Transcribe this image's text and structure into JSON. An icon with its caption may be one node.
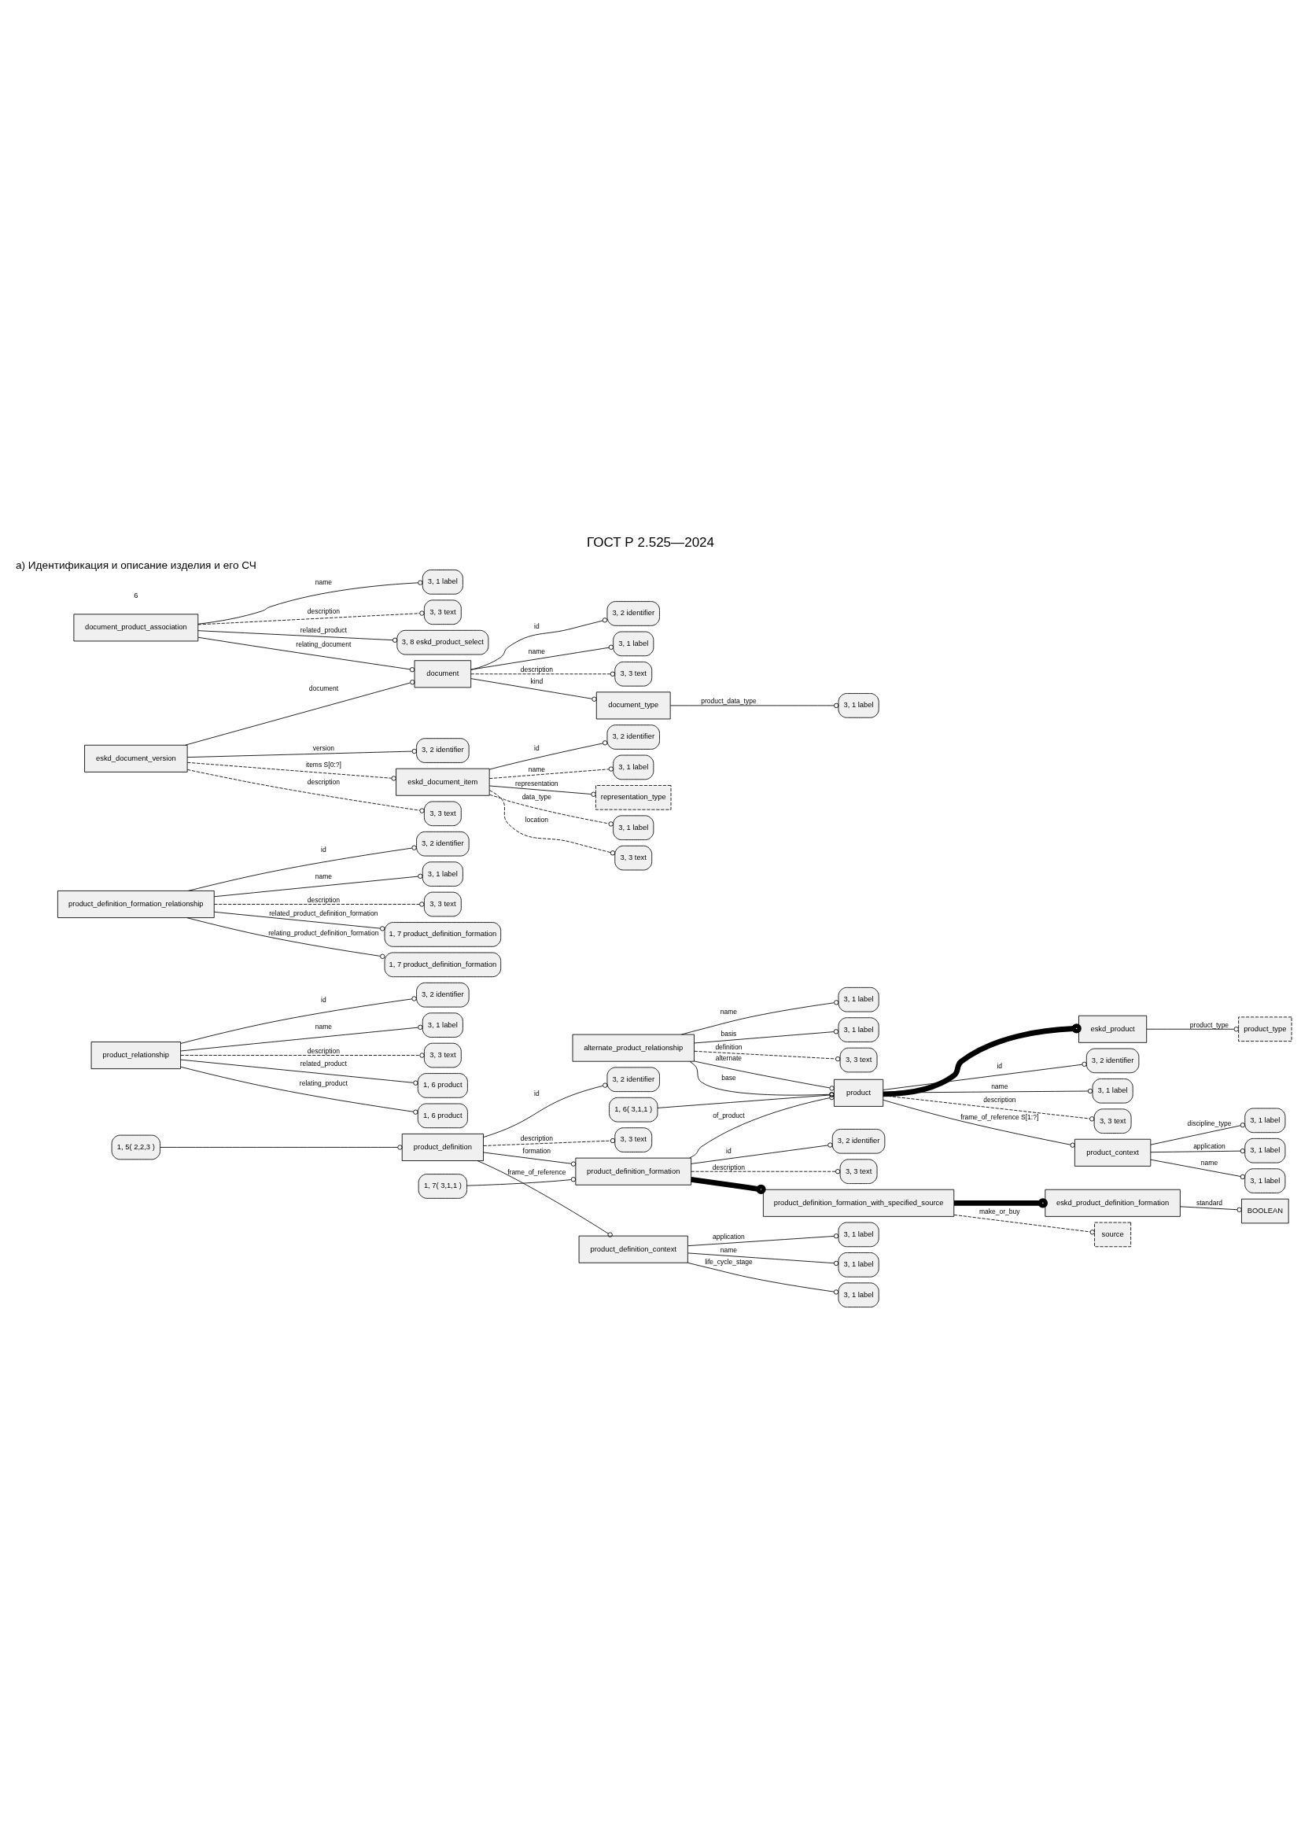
{
  "diagram": {
    "title": "ГОСТ Р 2.525—2024",
    "caption": "а) Идентификация и описание изделия и его СЧ",
    "nodes": [
      {
        "text": [
          "eskd_product"
        ]
      },
      {
        "text": [
          "product_type"
        ]
      },
      {
        "text": [
          "product"
        ]
      },
      {
        "text": [
          "3, 2 identifier"
        ]
      },
      {
        "text": [
          "3, 1 label"
        ]
      },
      {
        "text": [
          "3, 3 text"
        ]
      },
      {
        "text": [
          "product_context"
        ]
      },
      {
        "text": [
          "3, 1 label"
        ]
      },
      {
        "text": [
          "3, 1 label"
        ]
      },
      {
        "text": [
          "3, 1 label"
        ]
      },
      {
        "text": [
          "product_definition_formation"
        ]
      },
      {
        "text": [
          "3, 2 identifier"
        ]
      },
      {
        "text": [
          "3, 3 text"
        ]
      },
      {
        "text": [
          "product_definition_formation_with_specified_source"
        ]
      },
      {
        "text": [
          "source"
        ]
      },
      {
        "text": [
          "eskd_product_definition_formation"
        ]
      },
      {
        "text": [
          "BOOLEAN"
        ]
      },
      {
        "text": [
          "product_relationship"
        ]
      },
      {
        "text": [
          "3, 2 identifier"
        ]
      },
      {
        "text": [
          "3, 1 label"
        ]
      },
      {
        "text": [
          "3, 3 text"
        ]
      },
      {
        "text": [
          "1, 6 product"
        ]
      },
      {
        "text": [
          "1, 6 product"
        ]
      },
      {
        "text": [
          "product_definition_formation_relationship"
        ]
      },
      {
        "text": [
          "3, 2 identifier"
        ]
      },
      {
        "text": [
          "3, 1 label"
        ]
      },
      {
        "text": [
          "3, 3 text"
        ]
      },
      {
        "text": [
          "1, 7 product_definition_formation"
        ]
      },
      {
        "text": [
          "1, 7 product_definition_formation"
        ]
      },
      {
        "text": [
          "1, 6( 3,1,1 )"
        ]
      },
      {
        "text": [
          "1, 7( 3,1,1 )"
        ]
      },
      {
        "text": [
          "alternate_product_relationship"
        ]
      },
      {
        "text": [
          "3, 1 label"
        ]
      },
      {
        "text": [
          "3, 1 label"
        ]
      },
      {
        "text": [
          "3, 3 text"
        ]
      },
      {
        "text": [
          "product_definition"
        ]
      },
      {
        "text": [
          "3, 2 identifier"
        ]
      },
      {
        "text": [
          "3, 3 text"
        ]
      },
      {
        "text": [
          "1, 5( 2,2,3 )"
        ]
      },
      {
        "text": [
          "product_definition_context"
        ]
      },
      {
        "text": [
          "3, 1 label"
        ]
      },
      {
        "text": [
          "3, 1 label"
        ]
      },
      {
        "text": [
          "3, 1 label"
        ]
      },
      {
        "text": [
          "document_product_association"
        ]
      },
      {
        "text": [
          "3, 1 label"
        ]
      },
      {
        "text": [
          "3, 3 text"
        ]
      },
      {
        "text": [
          "3, 8 eskd_product_select"
        ]
      },
      {
        "text": [
          "document"
        ]
      },
      {
        "text": [
          "3, 2 identifier"
        ]
      },
      {
        "text": [
          "3, 1 label"
        ]
      },
      {
        "text": [
          "3, 3 text"
        ]
      },
      {
        "text": [
          "document_type"
        ]
      },
      {
        "text": [
          "3, 1 label"
        ]
      },
      {
        "text": [
          "eskd_document_item"
        ]
      },
      {
        "text": [
          "3, 2 identifier"
        ]
      },
      {
        "text": [
          "3, 1 label"
        ]
      },
      {
        "text": [
          "representation_type"
        ]
      },
      {
        "text": [
          "3, 1 label"
        ]
      },
      {
        "text": [
          "3, 3 text"
        ]
      },
      {
        "text": [
          "eskd_document_version"
        ]
      },
      {
        "text": [
          "3, 2 identifier"
        ]
      },
      {
        "text": [
          "3, 3 text"
        ]
      }
    ],
    "edges": [
      {
        "from": 0,
        "to": 1,
        "arrow": "other",
        "label": "product_type"
      },
      {
        "from": 2,
        "to": 0,
        "arrow": "other",
        "style": "thick"
      },
      {
        "from": 2,
        "to": 3,
        "arrow": "other",
        "label": "id"
      },
      {
        "from": 2,
        "to": 4,
        "arrow": "other",
        "label": "name"
      },
      {
        "from": 2,
        "to": 5,
        "arrow": "other",
        "label": "description",
        "style": "dashed"
      },
      {
        "from": 2,
        "to": 6,
        "arrow": "other",
        "label": "frame_of_reference S[1:?]"
      },
      {
        "from": 6,
        "to": 7,
        "arrow": "other",
        "label": "discipline_type"
      },
      {
        "from": 6,
        "to": 8,
        "arrow": "other",
        "label": "application"
      },
      {
        "from": 6,
        "to": 9,
        "arrow": "other",
        "label": "name"
      },
      {
        "from": 10,
        "to": 2,
        "arrow": "other",
        "label": "of_product"
      },
      {
        "from": 10,
        "to": 11,
        "arrow": "other",
        "label": "id"
      },
      {
        "from": 10,
        "to": 12,
        "arrow": "other",
        "label": "description",
        "style": "dashed"
      },
      {
        "from": 10,
        "to": 13,
        "arrow": "other",
        "style": "thick"
      },
      {
        "from": 13,
        "to": 15,
        "arrow": "other",
        "style": "thick"
      },
      {
        "from": 13,
        "to": 14,
        "arrow": "other",
        "label": "make_or_buy",
        "style": "dashed"
      },
      {
        "from": 15,
        "to": 16,
        "arrow": "other",
        "label": "standard"
      },
      {
        "from": 17,
        "to": 18,
        "arrow": "other",
        "label": "id"
      },
      {
        "from": 17,
        "to": 19,
        "arrow": "other",
        "label": "name"
      },
      {
        "from": 17,
        "to": 20,
        "arrow": "other",
        "label": "description",
        "style": "dashed"
      },
      {
        "from": 17,
        "to": 21,
        "arrow": "other",
        "label": "related_product"
      },
      {
        "from": 17,
        "to": 22,
        "arrow": "other",
        "label": "relating_product"
      },
      {
        "from": 23,
        "to": 24,
        "arrow": "other",
        "label": "id"
      },
      {
        "from": 23,
        "to": 25,
        "arrow": "other",
        "label": "name"
      },
      {
        "from": 23,
        "to": 26,
        "arrow": "other",
        "label": "description",
        "style": "dashed"
      },
      {
        "from": 23,
        "to": 27,
        "arrow": "other",
        "label": "related_product_definition_formation"
      },
      {
        "from": 23,
        "to": 28,
        "arrow": "other",
        "label": "relating_product_definition_formation"
      },
      {
        "from": 29,
        "to": 2,
        "arrow": "other"
      },
      {
        "from": 30,
        "to": 10,
        "arrow": "other"
      },
      {
        "from": 31,
        "to": 32,
        "arrow": "other",
        "label": "name"
      },
      {
        "from": 31,
        "to": 33,
        "arrow": "other",
        "label": "basis"
      },
      {
        "from": 31,
        "to": 34,
        "arrow": "other",
        "label": "definition",
        "style": "dashed"
      },
      {
        "from": 31,
        "to": 2,
        "arrow": "other",
        "label": "alternate"
      },
      {
        "from": 31,
        "to": 2,
        "arrow": "other",
        "label": "base"
      },
      {
        "from": 35,
        "to": 36,
        "arrow": "other",
        "label": "id"
      },
      {
        "from": 35,
        "to": 37,
        "arrow": "other",
        "label": "description",
        "style": "dashed"
      },
      {
        "from": 35,
        "to": 10,
        "arrow": "other",
        "label": "formation"
      },
      {
        "from": 35,
        "to": 39,
        "arrow": "other",
        "label": "frame_of_reference"
      },
      {
        "from": 38,
        "to": 35,
        "arrow": "other"
      },
      {
        "from": 39,
        "to": 40,
        "arrow": "other",
        "label": "application"
      },
      {
        "from": 39,
        "to": 41,
        "arrow": "other",
        "label": "name"
      },
      {
        "from": 39,
        "to": 42,
        "arrow": "other",
        "label": "life_cycle_stage"
      },
      {
        "from": 43,
        "to": 44,
        "arrow": "other",
        "label": "name"
      },
      {
        "from": 43,
        "to": 45,
        "arrow": "other",
        "label": "description",
        "style": "dashed"
      },
      {
        "from": 43,
        "to": 46,
        "arrow": "other",
        "label": "related_product"
      },
      {
        "from": 43,
        "to": 47,
        "arrow": "other",
        "label": "relating_document"
      },
      {
        "from": 47,
        "to": 48,
        "arrow": "other",
        "label": "id"
      },
      {
        "from": 47,
        "to": 49,
        "arrow": "other",
        "label": "name"
      },
      {
        "from": 47,
        "to": 50,
        "arrow": "other",
        "label": "description",
        "style": "dashed"
      },
      {
        "from": 47,
        "to": 51,
        "arrow": "other",
        "label": "kind"
      },
      {
        "from": 51,
        "to": 52,
        "arrow": "other",
        "label": "product_data_type"
      },
      {
        "from": 53,
        "to": 54,
        "arrow": "other",
        "label": "id"
      },
      {
        "from": 53,
        "to": 55,
        "arrow": "other",
        "label": "name",
        "style": "dashed"
      },
      {
        "from": 53,
        "to": 56,
        "arrow": "other",
        "label": "representation"
      },
      {
        "from": 53,
        "to": 57,
        "arrow": "other",
        "label": "data_type",
        "style": "dashed"
      },
      {
        "from": 53,
        "to": 58,
        "arrow": "other",
        "label": "location",
        "style": "dashed"
      },
      {
        "from": 59,
        "to": 47,
        "arrow": "other",
        "label": "document"
      },
      {
        "from": 59,
        "to": 60,
        "arrow": "other",
        "label": "version"
      },
      {
        "from": 59,
        "to": 53,
        "arrow": "other",
        "label": "items S[0:?]",
        "style": "dashed"
      },
      {
        "from": 59,
        "to": 61,
        "arrow": "other",
        "label": "description",
        "style": "dashed"
      }
    ],
    "labels": [
      "6"
    ]
  }
}
